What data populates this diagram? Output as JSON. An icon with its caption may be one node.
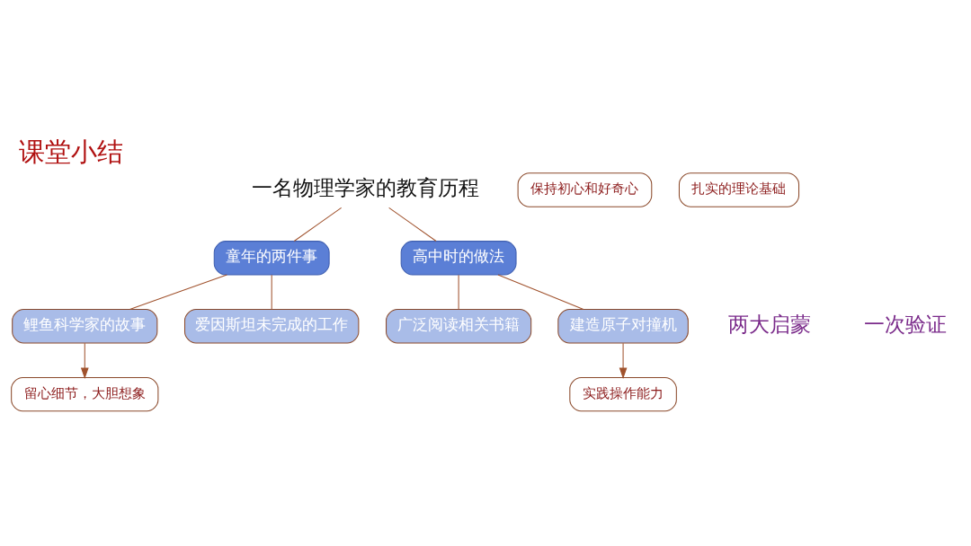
{
  "diagram": {
    "title": "课堂小结",
    "nodes": [
      {
        "text": [
          "一名物理学家的教育历程"
        ]
      },
      {
        "text": [
          "童年的两件事"
        ]
      },
      {
        "text": [
          "高中时的做法"
        ]
      },
      {
        "text": [
          "鲤鱼科学家的故事"
        ]
      },
      {
        "text": [
          "爱因斯坦未完成的工作"
        ]
      },
      {
        "text": [
          "广泛阅读相关书籍"
        ]
      },
      {
        "text": [
          "建造原子对撞机"
        ]
      },
      {
        "text": [
          "留心细节，大胆想象"
        ]
      },
      {
        "text": [
          "保持初心和好奇心"
        ]
      },
      {
        "text": [
          "扎实的理论基础"
        ]
      },
      {
        "text": [
          "实践操作能力"
        ]
      }
    ],
    "edges": [
      {
        "from": 0,
        "to": 1,
        "arrow": "none"
      },
      {
        "from": 0,
        "to": 2,
        "arrow": "none"
      },
      {
        "from": 1,
        "to": 3,
        "arrow": "none"
      },
      {
        "from": 1,
        "to": 4,
        "arrow": "none"
      },
      {
        "from": 2,
        "to": 5,
        "arrow": "none"
      },
      {
        "from": 2,
        "to": 6,
        "arrow": "none"
      },
      {
        "from": 3,
        "to": 7,
        "arrow": "to"
      },
      {
        "from": 6,
        "to": 10,
        "arrow": "to"
      }
    ],
    "labels": [
      "两大启蒙",
      "一次验证"
    ]
  }
}
